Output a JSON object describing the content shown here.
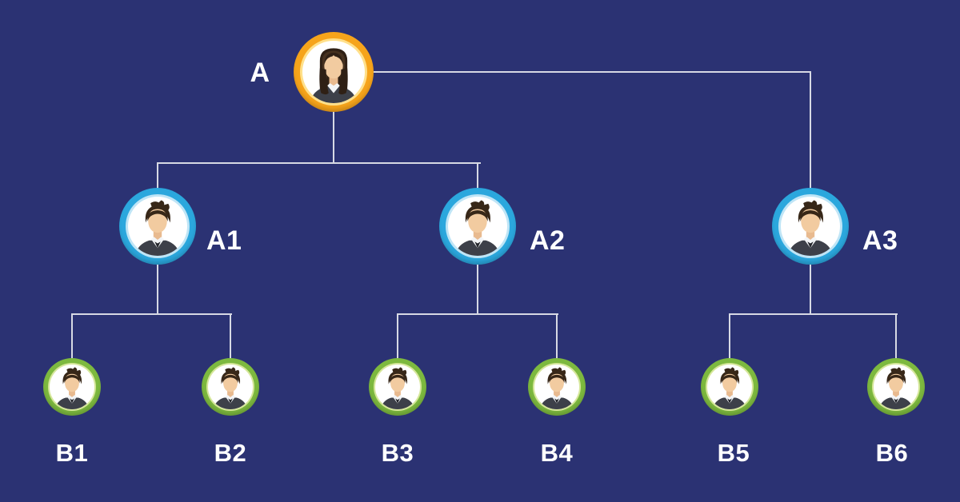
{
  "colors": {
    "background": "#2B3273",
    "connector": "#D7D9E4",
    "label_text": "#FFFFFF",
    "ring_orange": "#F6A41B",
    "ring_orange_inner": "#FFE08A",
    "ring_blue": "#2BA7DD",
    "ring_blue_inner": "#BFE5F6",
    "ring_green": "#7DB93F",
    "ring_green_inner": "#D6E79B"
  },
  "tree": {
    "root": {
      "label": "A",
      "avatar": "female",
      "ring": "orange"
    },
    "children": [
      {
        "label": "A1",
        "avatar": "male",
        "ring": "blue",
        "children": [
          {
            "label": "B1",
            "avatar": "male",
            "ring": "green"
          },
          {
            "label": "B2",
            "avatar": "male",
            "ring": "green"
          }
        ]
      },
      {
        "label": "A2",
        "avatar": "male",
        "ring": "blue",
        "children": [
          {
            "label": "B3",
            "avatar": "male",
            "ring": "green"
          },
          {
            "label": "B4",
            "avatar": "male",
            "ring": "green"
          }
        ]
      },
      {
        "label": "A3",
        "avatar": "male",
        "ring": "blue",
        "children": [
          {
            "label": "B5",
            "avatar": "male",
            "ring": "green"
          },
          {
            "label": "B6",
            "avatar": "male",
            "ring": "green"
          }
        ]
      }
    ]
  }
}
